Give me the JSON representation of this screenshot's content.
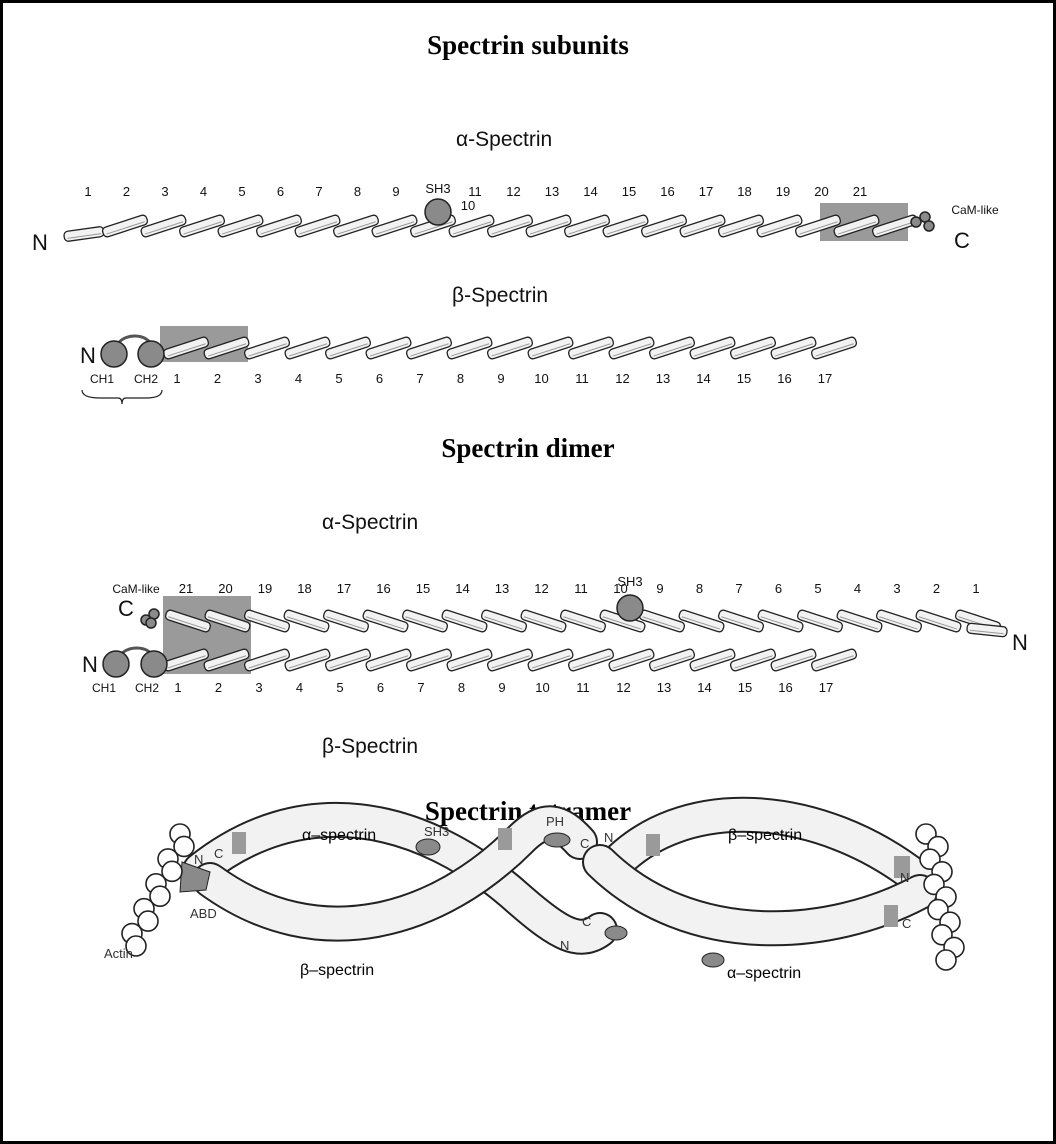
{
  "titles": {
    "subunits": "Spectrin subunits",
    "dimer": "Spectrin dimer",
    "tetramer": "Spectrin tetramer"
  },
  "subunits": {
    "alpha": {
      "label": "α-Spectrin",
      "n_label": "N",
      "c_label": "C",
      "camlike_label": "CaM-like",
      "sh3_label": "SH3",
      "repeats": [
        "1",
        "2",
        "3",
        "4",
        "5",
        "6",
        "7",
        "8",
        "9",
        "10",
        "11",
        "12",
        "13",
        "14",
        "15",
        "16",
        "17",
        "18",
        "19",
        "20",
        "21"
      ]
    },
    "beta": {
      "label": "β-Spectrin",
      "n_label": "N",
      "ch1_label": "CH1",
      "ch2_label": "CH2",
      "repeats": [
        "1",
        "2",
        "3",
        "4",
        "5",
        "6",
        "7",
        "8",
        "9",
        "10",
        "11",
        "12",
        "13",
        "14",
        "15",
        "16",
        "17"
      ]
    }
  },
  "dimer": {
    "alpha_label": "α-Spectrin",
    "beta_label": "β-Spectrin",
    "alpha_repeats": [
      "21",
      "20",
      "19",
      "18",
      "17",
      "16",
      "15",
      "14",
      "13",
      "12",
      "11",
      "10",
      "9",
      "8",
      "7",
      "6",
      "5",
      "4",
      "3",
      "2",
      "1"
    ],
    "beta_repeats": [
      "1",
      "2",
      "3",
      "4",
      "5",
      "6",
      "7",
      "8",
      "9",
      "10",
      "11",
      "12",
      "13",
      "14",
      "15",
      "16",
      "17"
    ],
    "camlike_label": "CaM-like",
    "c_label": "C",
    "n_left_label": "N",
    "n_right_label": "N",
    "sh3_label": "SH3",
    "ch1_label": "CH1",
    "ch2_label": "CH2"
  },
  "tetramer": {
    "alpha_spectrin_left": "α–spectrin",
    "beta_spectrin_left": "β–spectrin",
    "beta_spectrin_right": "β–spectrin",
    "alpha_spectrin_right": "α–spectrin",
    "sh3_label": "SH3",
    "ph_label": "PH",
    "abd_label": "ABD",
    "actin_label": "Actin",
    "n_label": "N",
    "c_label": "C"
  },
  "colors": {
    "binding_region": "#9a9a9a",
    "domain_ball": "#8a8a8a",
    "rod_fill": "#f2f2f2",
    "outline": "#222222"
  }
}
